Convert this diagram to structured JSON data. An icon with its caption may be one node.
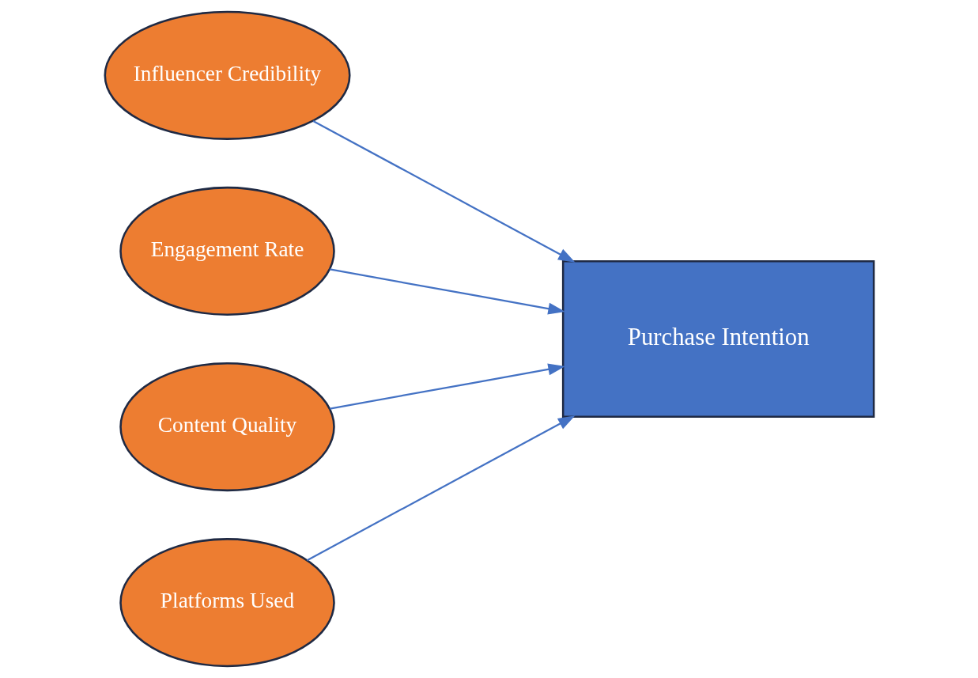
{
  "diagram": {
    "nodes": [
      {
        "text": [
          "Influencer Credibility"
        ]
      },
      {
        "text": [
          "Engagement Rate"
        ]
      },
      {
        "text": [
          "Content Quality"
        ]
      },
      {
        "text": [
          "Platforms Used"
        ]
      },
      {
        "text": [
          "Purchase Intention"
        ]
      }
    ],
    "edges": [
      {
        "from": 0,
        "to": 4,
        "arrow": "to"
      },
      {
        "from": 1,
        "to": 4,
        "arrow": "to"
      },
      {
        "from": 2,
        "to": 4,
        "arrow": "to"
      },
      {
        "from": 3,
        "to": 4,
        "arrow": "to"
      }
    ]
  }
}
